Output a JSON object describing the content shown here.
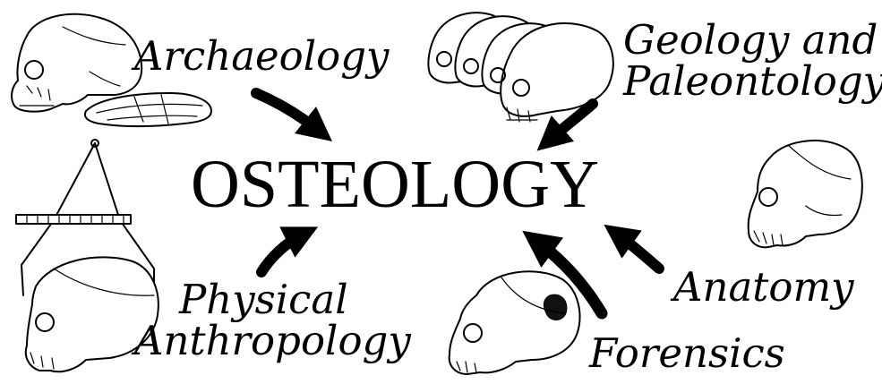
{
  "center": {
    "title": "OSTEOLOGY"
  },
  "fields": {
    "archaeology": "Archaeology",
    "geology_line1": "Geology and",
    "geology_line2": "Paleontology",
    "anatomy": "Anatomy",
    "forensics": "Forensics",
    "physical_line1": "Physical",
    "physical_line2": "Anthropology"
  },
  "icons": [
    "skull-icon",
    "stone-tool-icon",
    "skull-series-icon",
    "caliper-icon",
    "arrow-icon"
  ],
  "colors": {
    "ink": "#000000",
    "background": "#ffffff"
  }
}
